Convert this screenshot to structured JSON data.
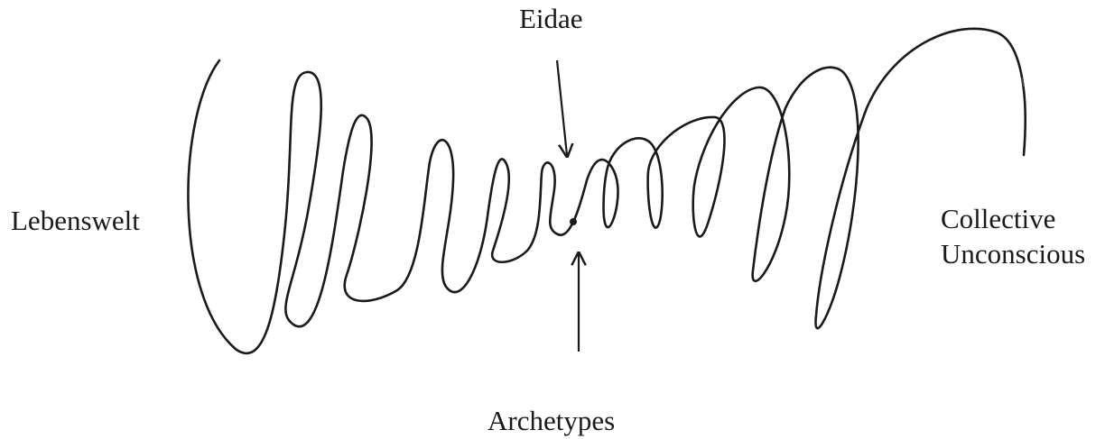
{
  "diagram": {
    "labels": {
      "top": "Eidae",
      "left": "Lebenswelt",
      "right_line1": "Collective",
      "right_line2": "Unconscious",
      "bottom": "Archetypes"
    },
    "colors": {
      "ink": "#1a1a1a",
      "background": "#ffffff"
    }
  }
}
